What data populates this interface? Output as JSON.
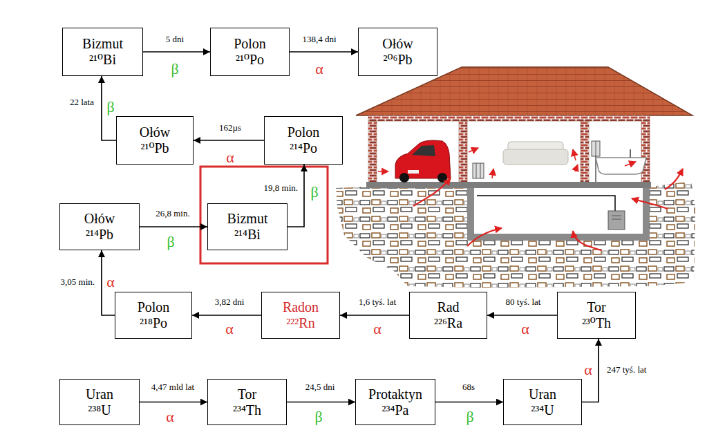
{
  "diagram": {
    "nodes": [
      {
        "text": [
          "Bizmut",
          "²¹⁰Bi"
        ]
      },
      {
        "text": [
          "Polon",
          "²¹⁰Po"
        ]
      },
      {
        "text": [
          "Ołów",
          "²⁰⁶Pb"
        ]
      },
      {
        "text": [
          "Ołów",
          "²¹⁰Pb"
        ]
      },
      {
        "text": [
          "Polon",
          "²¹⁴Po"
        ]
      },
      {
        "text": [
          "Ołów",
          "²¹⁴Pb"
        ]
      },
      {
        "text": [
          "Bizmut",
          "²¹⁴Bi"
        ]
      },
      {
        "text": [
          "Polon",
          "²¹⁸Po"
        ]
      },
      {
        "text": [
          "Radon",
          "²²²Rn"
        ]
      },
      {
        "text": [
          "Rad",
          "²²⁶Ra"
        ]
      },
      {
        "text": [
          "Tor",
          "²³⁰Th"
        ]
      },
      {
        "text": [
          "Uran",
          "²³⁸U"
        ]
      },
      {
        "text": [
          "Tor",
          "²³⁴Th"
        ]
      },
      {
        "text": [
          "Protaktyn",
          "²³⁴Pa"
        ]
      },
      {
        "text": [
          "Uran",
          "²³⁴U"
        ]
      }
    ],
    "edges": [
      {
        "from": 11,
        "to": 12,
        "label": "4,47 mld lat",
        "arrow": "to"
      },
      {
        "from": 12,
        "to": 13,
        "label": "24,5 dni",
        "arrow": "to"
      },
      {
        "from": 13,
        "to": 14,
        "label": "68s",
        "arrow": "to"
      },
      {
        "from": 14,
        "to": 10,
        "label": "247 tyś. lat",
        "arrow": "to"
      },
      {
        "from": 10,
        "to": 9,
        "label": "80 tyś. lat",
        "arrow": "to"
      },
      {
        "from": 9,
        "to": 8,
        "label": "1,6 tyś. lat",
        "arrow": "to"
      },
      {
        "from": 8,
        "to": 7,
        "label": "3,82 dni",
        "arrow": "to"
      },
      {
        "from": 7,
        "to": 5,
        "label": "3,05 min.",
        "arrow": "to"
      },
      {
        "from": 5,
        "to": 6,
        "label": "26,8 min.",
        "arrow": "to"
      },
      {
        "from": 6,
        "to": 4,
        "label": "19,8 min.",
        "arrow": "to"
      },
      {
        "from": 4,
        "to": 3,
        "label": "162µs",
        "arrow": "to"
      },
      {
        "from": 3,
        "to": 0,
        "label": "22 lata",
        "arrow": "to"
      },
      {
        "from": 0,
        "to": 1,
        "label": "5 dni",
        "arrow": "to"
      },
      {
        "from": 1,
        "to": 2,
        "label": "138,4 dni",
        "arrow": "to"
      }
    ],
    "labels": [
      "β",
      "α",
      "β",
      "α",
      "β",
      "β",
      "α",
      "α",
      "α",
      "α",
      "α",
      "α",
      "β",
      "β"
    ]
  }
}
